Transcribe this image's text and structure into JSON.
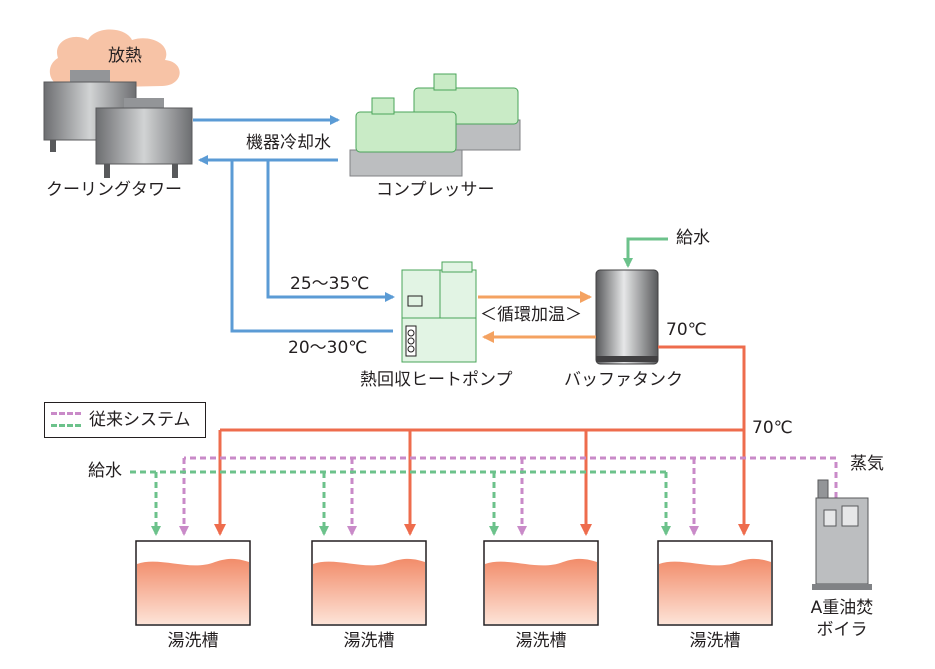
{
  "labels": {
    "heat_release": "放熱",
    "cooling_tower": "クーリングタワー",
    "equipment_cooling_water": "機器冷却水",
    "compressor": "コンプレッサー",
    "water_supply_top": "給水",
    "temp_25_35": "25～35℃",
    "circulation_heating": "＜循環加温＞",
    "temp_70_buffer": "70℃",
    "temp_20_30": "20～30℃",
    "heat_recovery_pump": "熱回収ヒートポンプ",
    "buffer_tank": "バッファタンク",
    "legend_conventional": "従来システム",
    "temp_70_main": "70℃",
    "water_supply_left": "給水",
    "steam": "蒸気",
    "boiler_line1": "A重油焚",
    "boiler_line2": "ボイラ",
    "tanks": [
      "湯洗槽",
      "湯洗槽",
      "湯洗槽",
      "湯洗槽"
    ]
  },
  "colors": {
    "cooling_water": "#5b9bd5",
    "hot_water": "#ee6c4d",
    "circulation": "#f4a261",
    "water_supply": "#6cc28b",
    "steam": "#c98ac8",
    "compressor_fill": "#c9ebc6",
    "pump_fill": "#e2f4e4",
    "tank_water": "#f6a98c"
  }
}
